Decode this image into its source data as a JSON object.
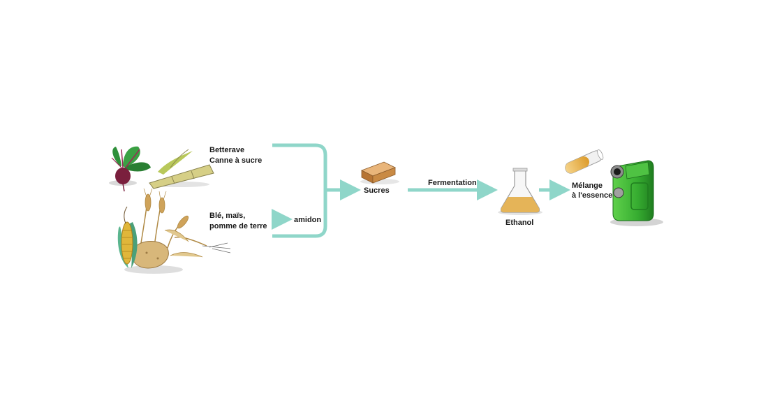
{
  "labels": {
    "betterave": "Betterave",
    "canne": "Canne à sucre",
    "ble_line1": "Blé, maïs,",
    "ble_line2": "pomme de terre",
    "amidon": "amidon",
    "sucres": "Sucres",
    "fermentation": "Fermentation",
    "ethanol": "Ethanol",
    "melange_line1": "Mélange",
    "melange_line2": "à l'essence"
  },
  "colors": {
    "arrow": "#8fd6c9",
    "beet": "#7a1f3d",
    "leaf": "#2f8f3a",
    "sugarcane": "#c9c26a",
    "corn": "#e0b63a",
    "wheat": "#cfa35a",
    "potato": "#d8b77a",
    "sugar_cube": "#c98a44",
    "ethanol_liquid": "#e5b458",
    "jerrycan": "#39b035"
  },
  "icons": [
    "beet-icon",
    "sugarcane-icon",
    "corn-icon",
    "wheat-icon",
    "potato-icon",
    "sugar-cube-icon",
    "flask-icon",
    "test-tube-icon",
    "jerrycan-icon"
  ]
}
